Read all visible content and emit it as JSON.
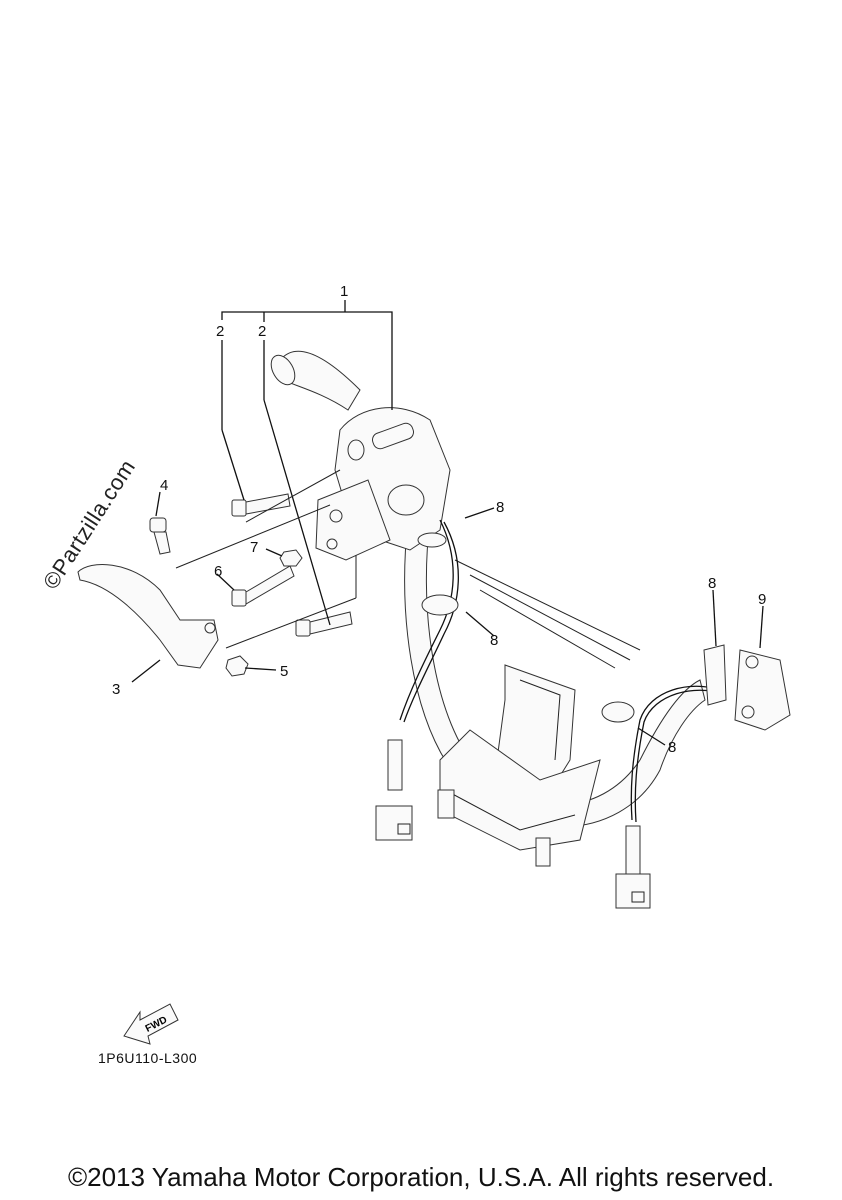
{
  "watermark": "©Partzilla.com",
  "diagram_code": "1P6U110-L300",
  "fwd_label": "FWD",
  "copyright": "©2013 Yamaha Motor Corporation, U.S.A. All rights reserved.",
  "callouts": {
    "c1": "1",
    "c2a": "2",
    "c2b": "2",
    "c3": "3",
    "c4": "4",
    "c5": "5",
    "c6": "6",
    "c7": "7",
    "c8a": "8",
    "c8b": "8",
    "c8c": "8",
    "c8d": "8",
    "c9": "9"
  }
}
